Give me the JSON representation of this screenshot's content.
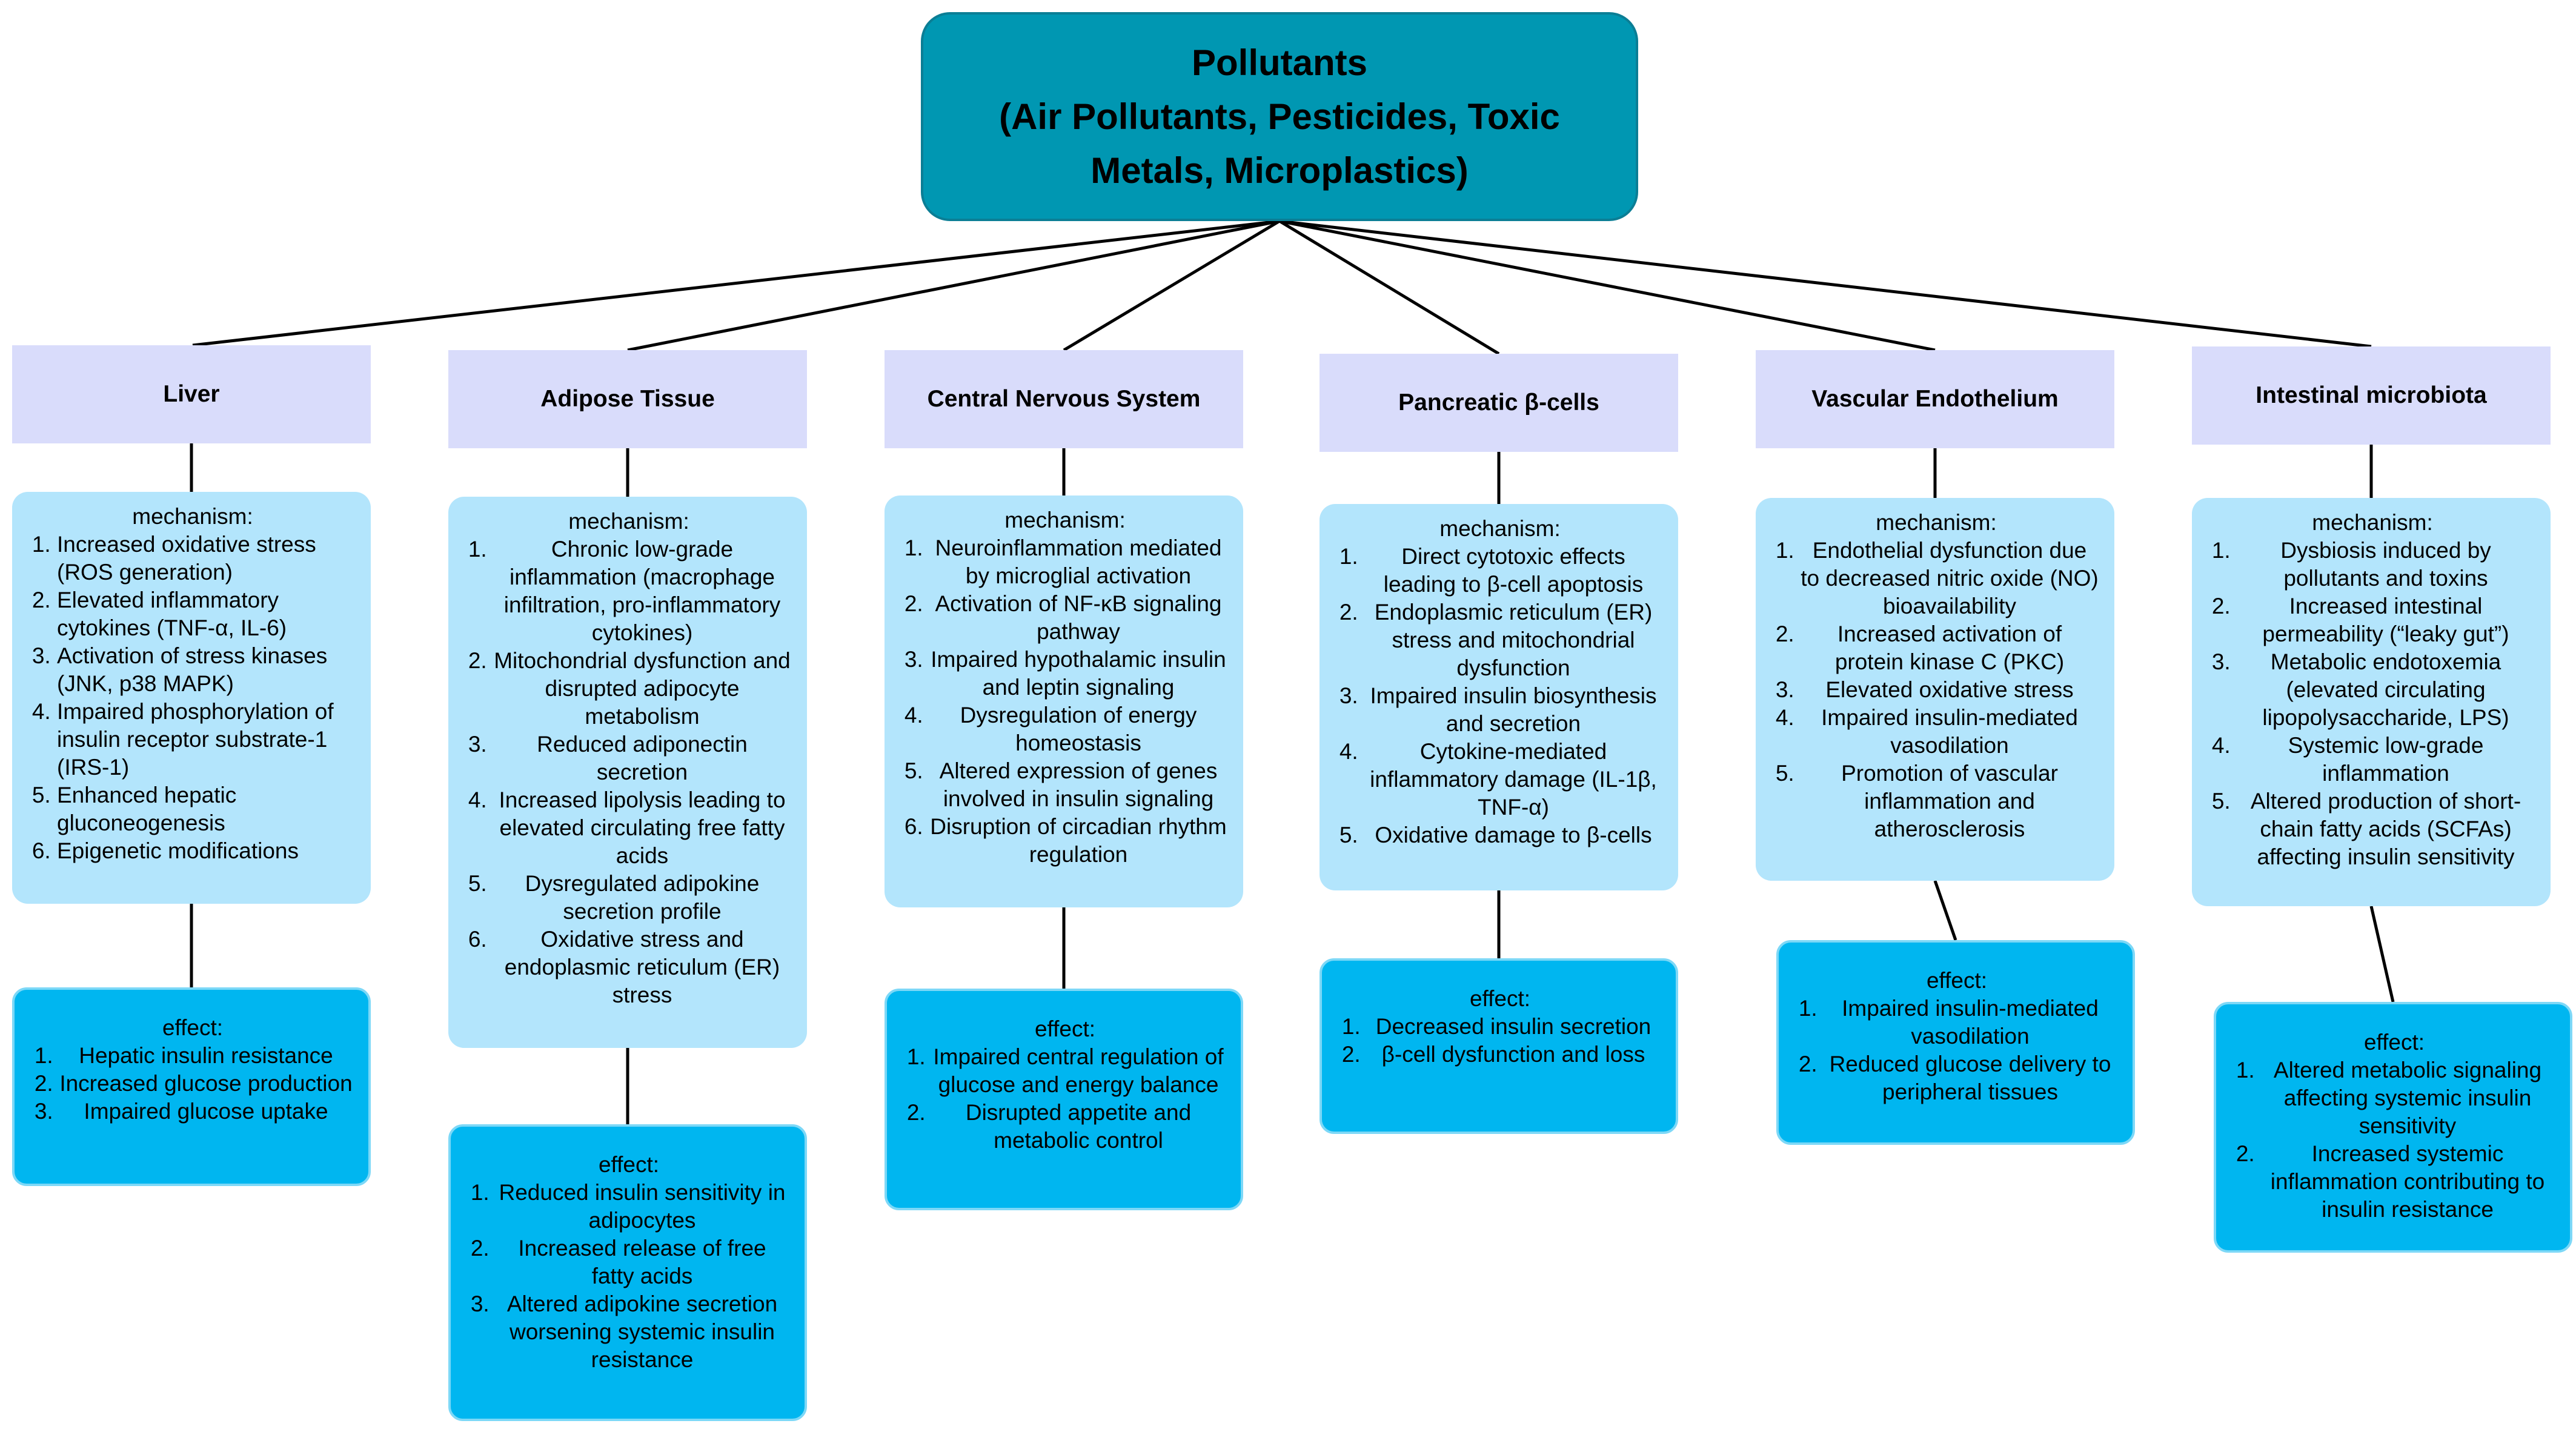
{
  "root": {
    "title": "Pollutants\n(Air Pollutants, Pesticides, Toxic\nMetals, Microplastics)"
  },
  "organs": [
    {
      "name": "Liver",
      "mechanism_label": "mechanism:",
      "mechanism": [
        "Increased oxidative stress (ROS generation)",
        "Elevated inflammatory cytokines (TNF-α, IL-6)",
        "Activation of stress kinases (JNK, p38 MAPK)",
        "Impaired phosphorylation of insulin receptor substrate-1 (IRS-1)",
        "Enhanced hepatic gluconeogenesis",
        "Epigenetic modifications"
      ],
      "effect_label": "effect:",
      "effect": [
        "Hepatic insulin resistance",
        "Increased glucose production",
        "Impaired glucose uptake"
      ]
    },
    {
      "name": "Adipose Tissue",
      "mechanism_label": "mechanism:",
      "mechanism": [
        "Chronic low-grade inflammation (macrophage infiltration, pro-inflammatory cytokines)",
        "Mitochondrial dysfunction and disrupted adipocyte metabolism",
        "Reduced adiponectin secretion",
        "Increased lipolysis leading to elevated circulating free fatty acids",
        "Dysregulated adipokine secretion profile",
        "Oxidative stress and endoplasmic reticulum (ER) stress"
      ],
      "effect_label": "effect:",
      "effect": [
        "Reduced insulin sensitivity in adipocytes",
        "Increased release of free fatty acids",
        "Altered adipokine secretion worsening systemic insulin resistance"
      ]
    },
    {
      "name": "Central Nervous System",
      "mechanism_label": "mechanism:",
      "mechanism": [
        "Neuroinflammation mediated by microglial activation",
        "Activation of NF-κB signaling pathway",
        "Impaired hypothalamic insulin and leptin signaling",
        "Dysregulation of energy homeostasis",
        "Altered expression of genes involved in insulin signaling",
        "Disruption of circadian rhythm regulation"
      ],
      "effect_label": "effect:",
      "effect": [
        "Impaired central regulation of glucose and energy balance",
        "Disrupted appetite and metabolic control"
      ]
    },
    {
      "name": "Pancreatic β-cells",
      "mechanism_label": "mechanism:",
      "mechanism": [
        "Direct cytotoxic effects leading to β-cell apoptosis",
        "Endoplasmic reticulum (ER) stress and mitochondrial dysfunction",
        "Impaired insulin biosynthesis and secretion",
        "Cytokine-mediated inflammatory damage (IL-1β, TNF-α)",
        "Oxidative damage to β-cells"
      ],
      "effect_label": "effect:",
      "effect": [
        "Decreased insulin secretion",
        "β-cell dysfunction and loss"
      ]
    },
    {
      "name": "Vascular Endothelium",
      "mechanism_label": "mechanism:",
      "mechanism": [
        "Endothelial dysfunction due to decreased nitric oxide (NO) bioavailability",
        "Increased activation of protein kinase C (PKC)",
        "Elevated oxidative stress",
        "Impaired insulin-mediated vasodilation",
        "Promotion of vascular inflammation and atherosclerosis"
      ],
      "effect_label": "effect:",
      "effect": [
        "Impaired insulin-mediated vasodilation",
        "Reduced glucose delivery to peripheral tissues"
      ]
    },
    {
      "name": "Intestinal microbiota",
      "mechanism_label": "mechanism:",
      "mechanism": [
        "Dysbiosis induced by pollutants and toxins",
        "Increased intestinal permeability (“leaky gut”)",
        "Metabolic endotoxemia (elevated circulating lipopolysaccharide, LPS)",
        "Systemic low-grade inflammation",
        "Altered production of short-chain fatty acids (SCFAs) affecting insulin sensitivity"
      ],
      "effect_label": "effect:",
      "effect": [
        "Altered metabolic signaling affecting systemic insulin sensitivity",
        "Increased systemic inflammation contributing to insulin resistance"
      ]
    }
  ],
  "colors": {
    "root_fill": "#0097b2",
    "header_fill": "#d9dcfb",
    "mechanism_fill": "#b3e5fc",
    "effect_fill": "#00b6f0",
    "connector": "#000000"
  }
}
